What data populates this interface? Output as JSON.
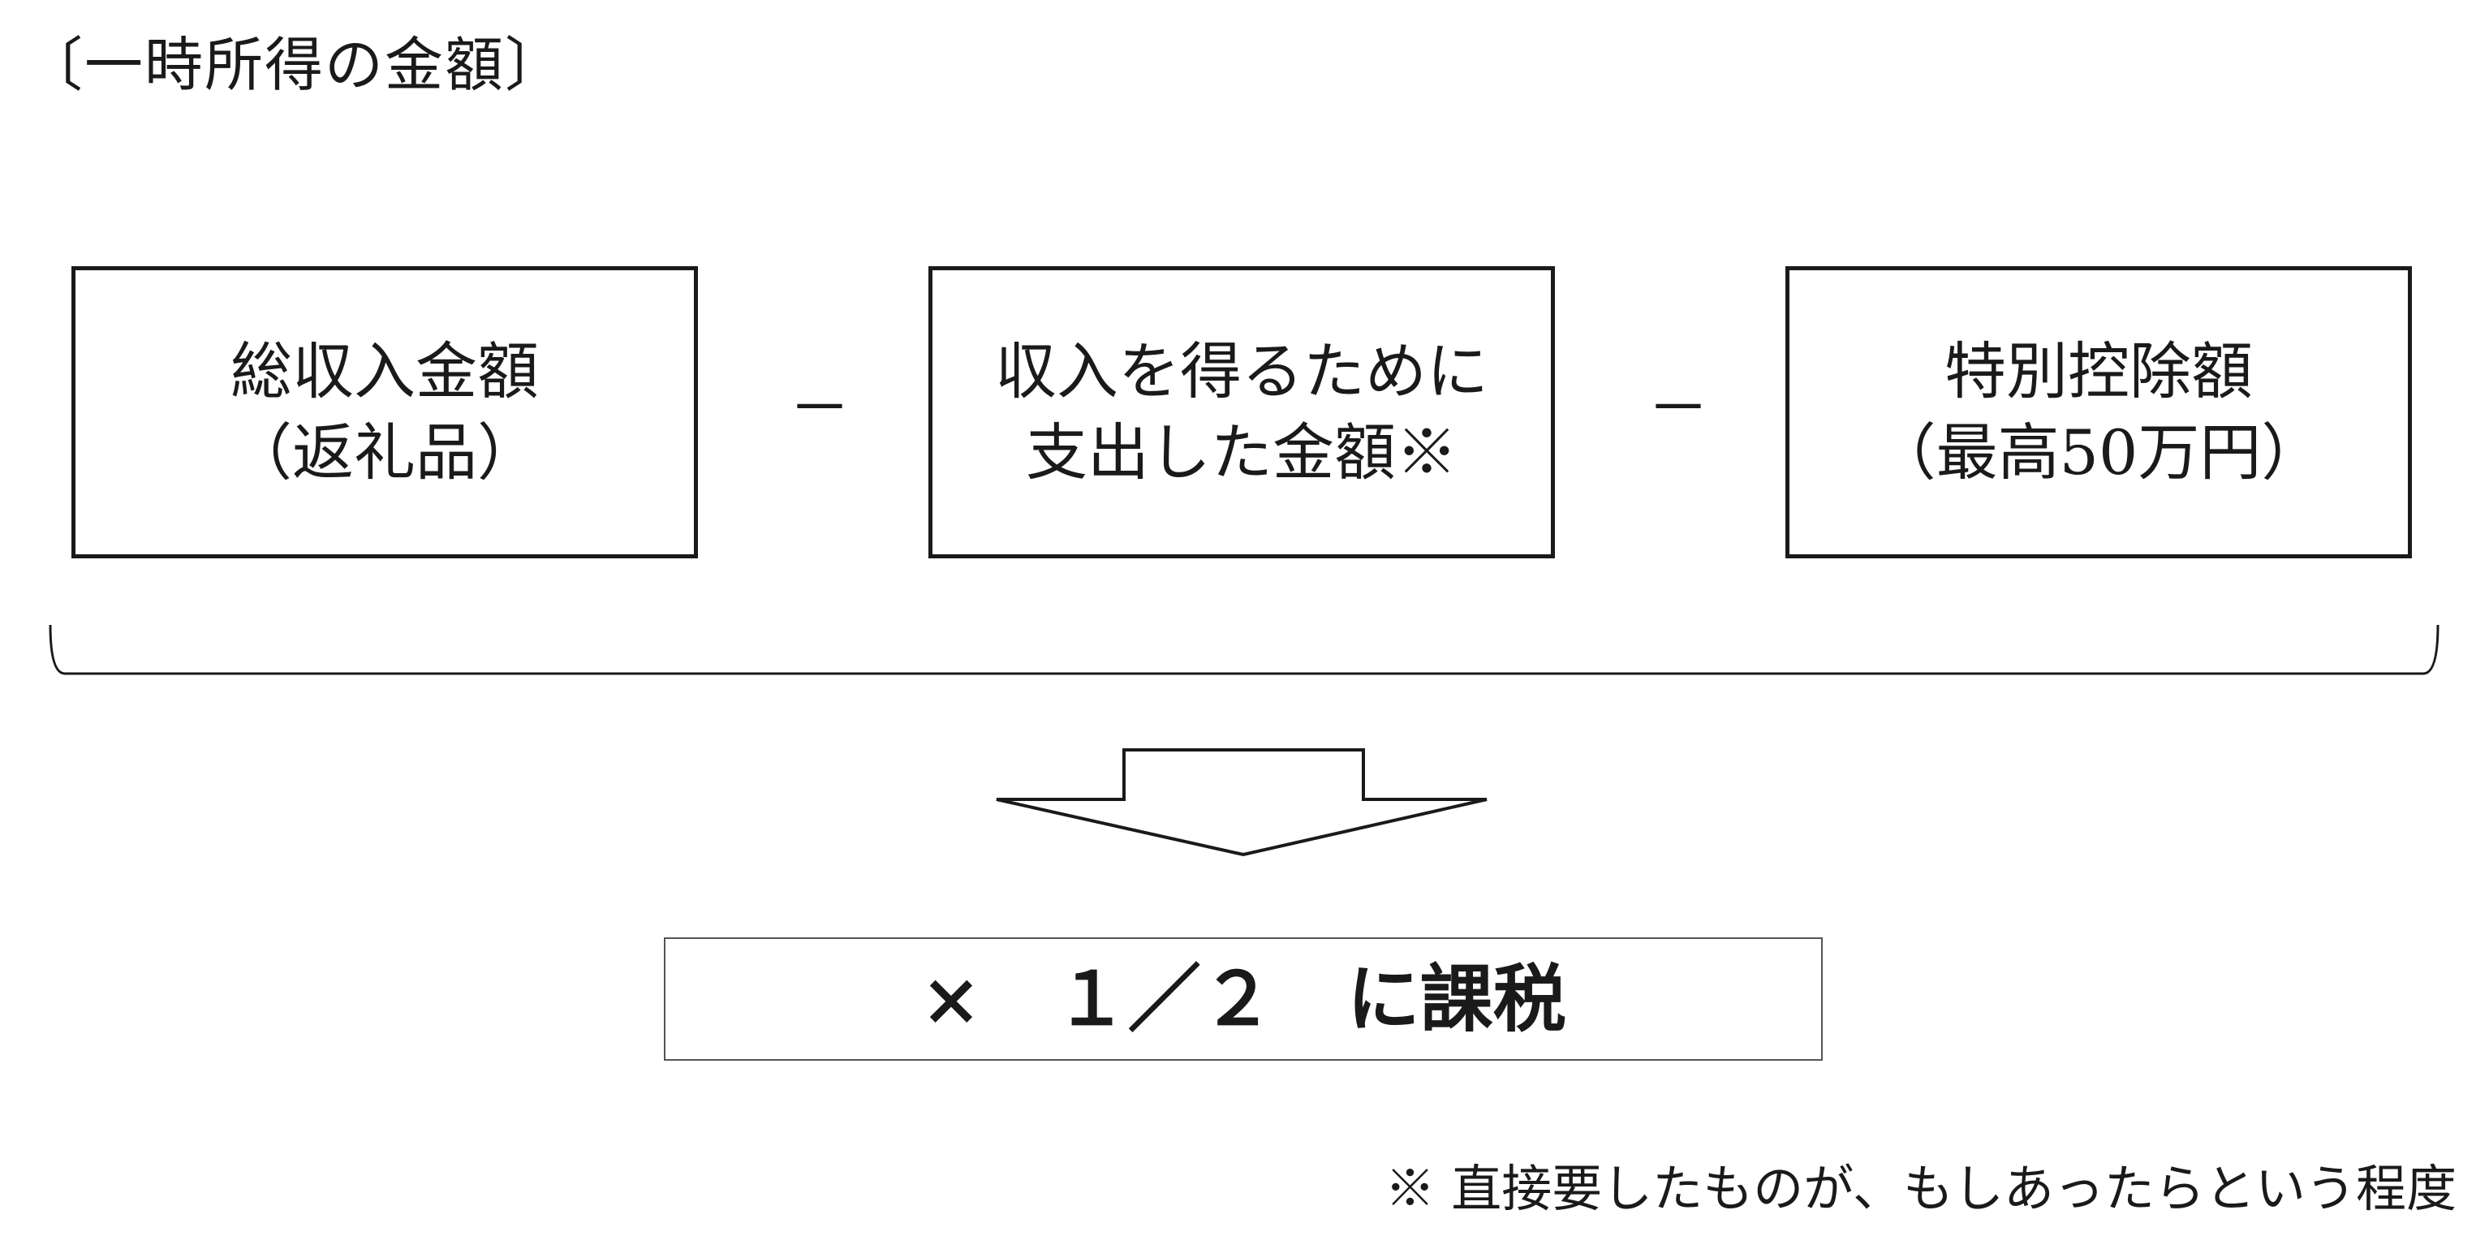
{
  "heading": "〔一時所得の金額〕",
  "terms": [
    {
      "line1": "総収入金額",
      "line2": "（返礼品）"
    },
    {
      "line1": "収入を得るために",
      "line2": "支出した金額※"
    },
    {
      "line1": "特別控除額",
      "line2": "（最高50万円）"
    }
  ],
  "operators": [
    "－",
    "－"
  ],
  "result": "×　１／２　に課税",
  "footnote": "※ 直接要したものが、もしあったらという程度",
  "colors": {
    "line": "#1a1a1a",
    "result_border": "#555555",
    "background": "#ffffff"
  }
}
